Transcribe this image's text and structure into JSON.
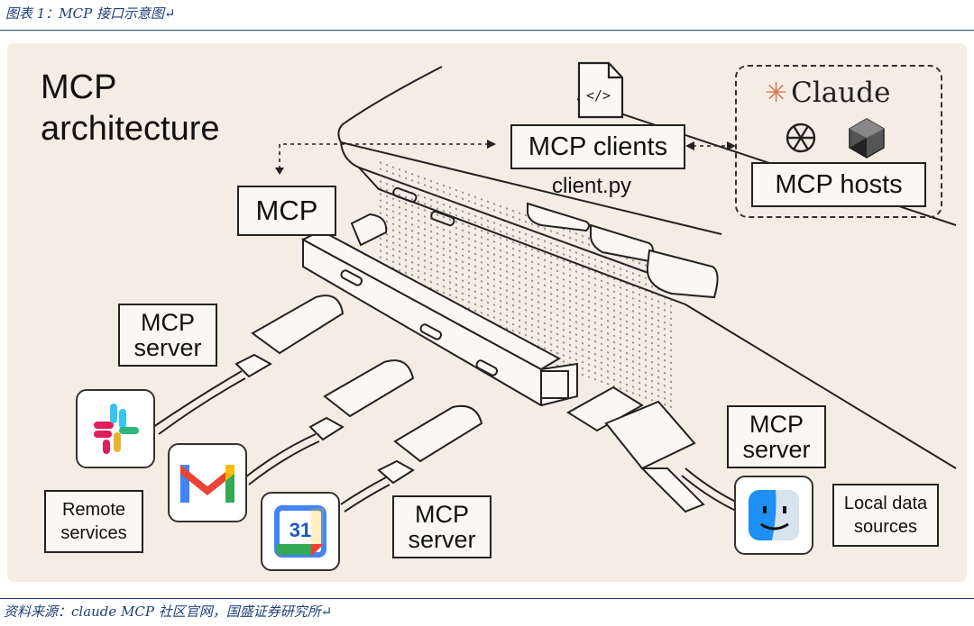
{
  "figure": {
    "caption": "图表 1：MCP 接口示意图↵",
    "source": "资料来源：claude MCP 社区官网，国盛证券研究所↵"
  },
  "diagram": {
    "title_line1": "MCP",
    "title_line2": "architecture",
    "mcp_label": "MCP",
    "clients_label": "MCP clients",
    "clients_file": "client.py",
    "hosts_label": "MCP hosts",
    "claude_label": "Claude",
    "server_labels": {
      "server_top_left": "MCP server",
      "server_bottom_middle": "MCP server",
      "server_right": "MCP server"
    },
    "remote_label": "Remote services",
    "local_label": "Local data sources",
    "calendar_day": "31",
    "icons": [
      "code-file-icon",
      "openai-icon",
      "perplexity-icon",
      "slack-icon",
      "gmail-icon",
      "google-calendar-icon",
      "finder-icon"
    ]
  }
}
